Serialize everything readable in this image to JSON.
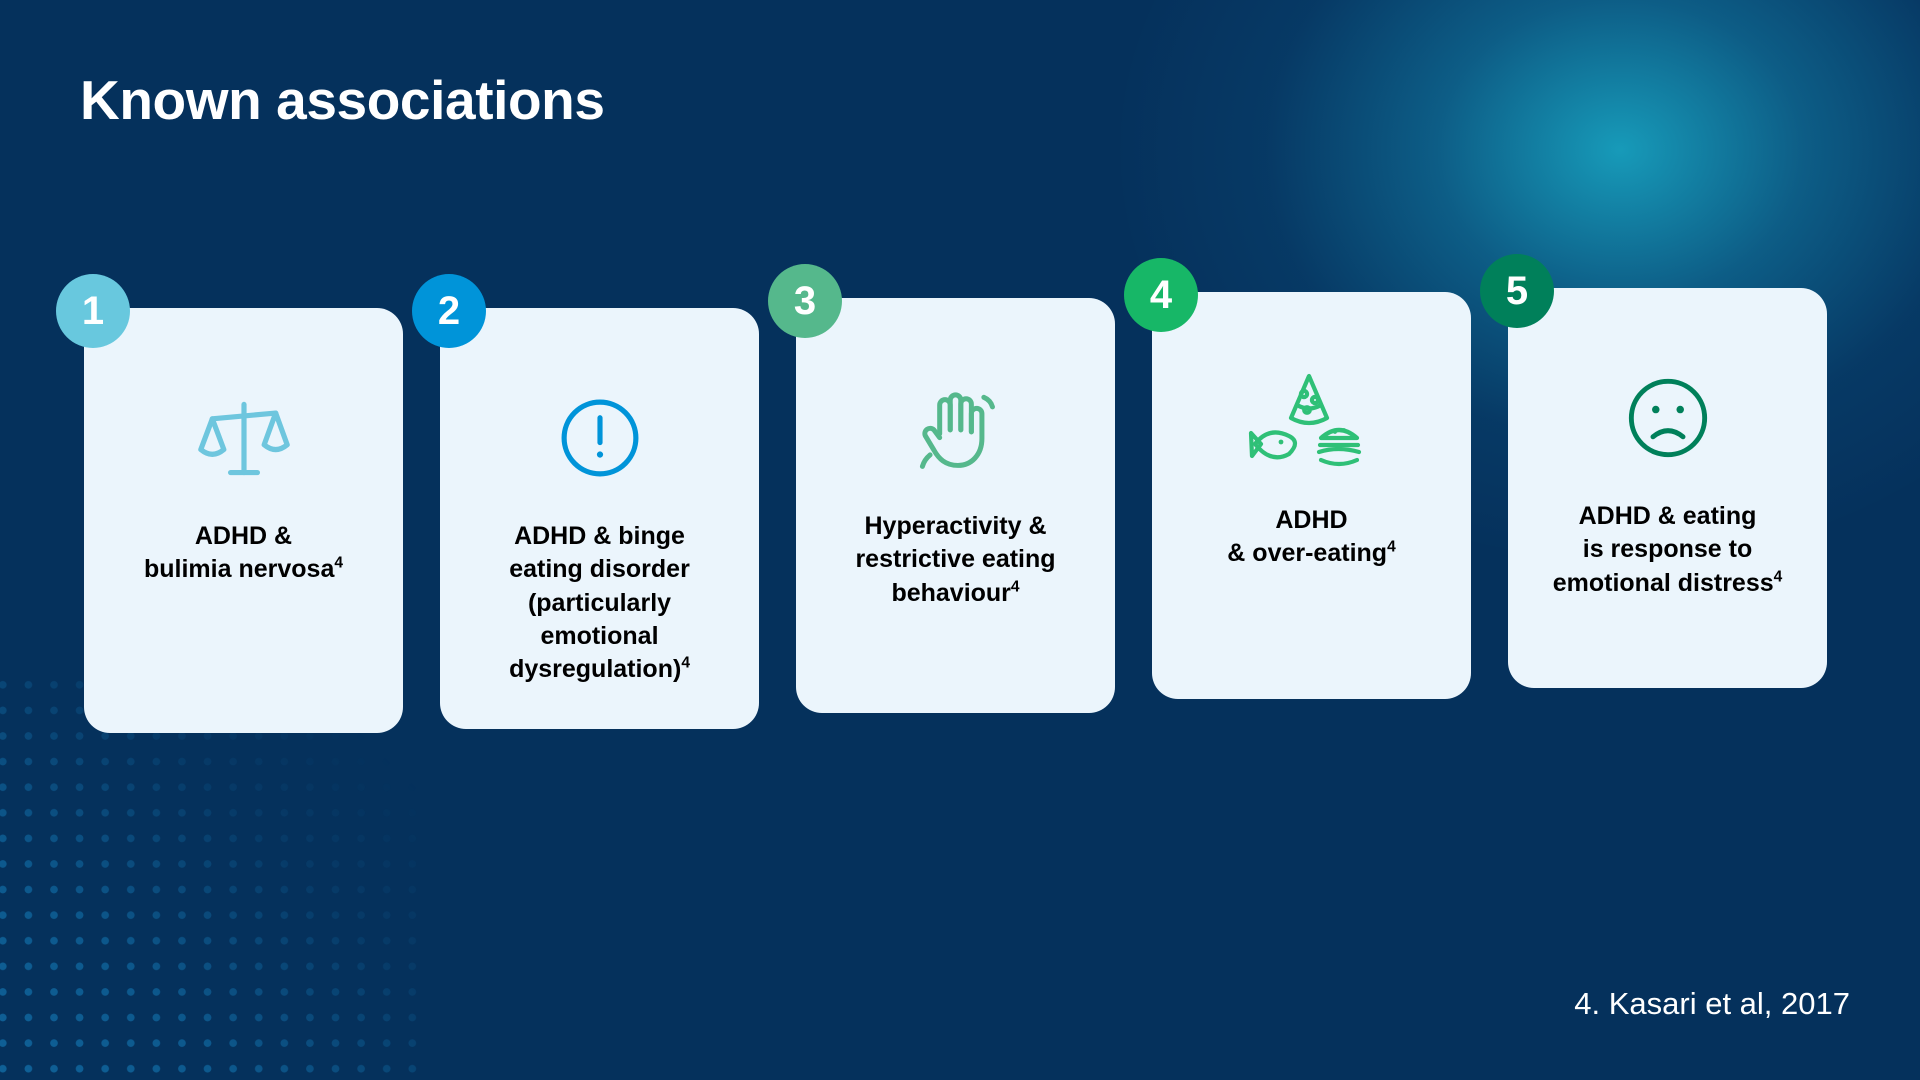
{
  "slide": {
    "title": "Known associations",
    "citation": "4. Kasari et al, 2017",
    "background_color": "#05315C",
    "card_background_color": "#EBF5FC"
  },
  "cards": [
    {
      "number": "1",
      "badge_color": "#68C8DE",
      "icon": "balance-scale-icon",
      "icon_color": "#6EC6DE",
      "lines": [
        "ADHD &",
        "bulimia nervosa"
      ],
      "superscript": "4",
      "text": "ADHD & bulimia nervosa4"
    },
    {
      "number": "2",
      "badge_color": "#0094D9",
      "icon": "exclamation-circle-icon",
      "icon_color": "#0094D9",
      "lines": [
        "ADHD & binge",
        "eating disorder",
        "(particularly",
        "emotional",
        "dysregulation)"
      ],
      "superscript": "4",
      "text": "ADHD & binge eating disorder (particularly emotional dysregulation)4"
    },
    {
      "number": "3",
      "badge_color": "#55B88C",
      "icon": "stop-hand-icon",
      "icon_color": "#55B88C",
      "lines": [
        "Hyperactivity &",
        "restrictive eating",
        "behaviour"
      ],
      "superscript": "4",
      "text": "Hyperactivity & restrictive eating behaviour4"
    },
    {
      "number": "4",
      "badge_color": "#17B767",
      "icon": "fast-food-icon",
      "icon_color": "#2FC077",
      "lines": [
        "ADHD",
        "& over-eating"
      ],
      "superscript": "4",
      "text": "ADHD & over-eating4"
    },
    {
      "number": "5",
      "badge_color": "#00805A",
      "icon": "sad-face-icon",
      "icon_color": "#00805A",
      "lines": [
        "ADHD & eating",
        "is response to",
        "emotional distress"
      ],
      "superscript": "4",
      "text": "ADHD & eating is response to emotional distress4"
    }
  ]
}
